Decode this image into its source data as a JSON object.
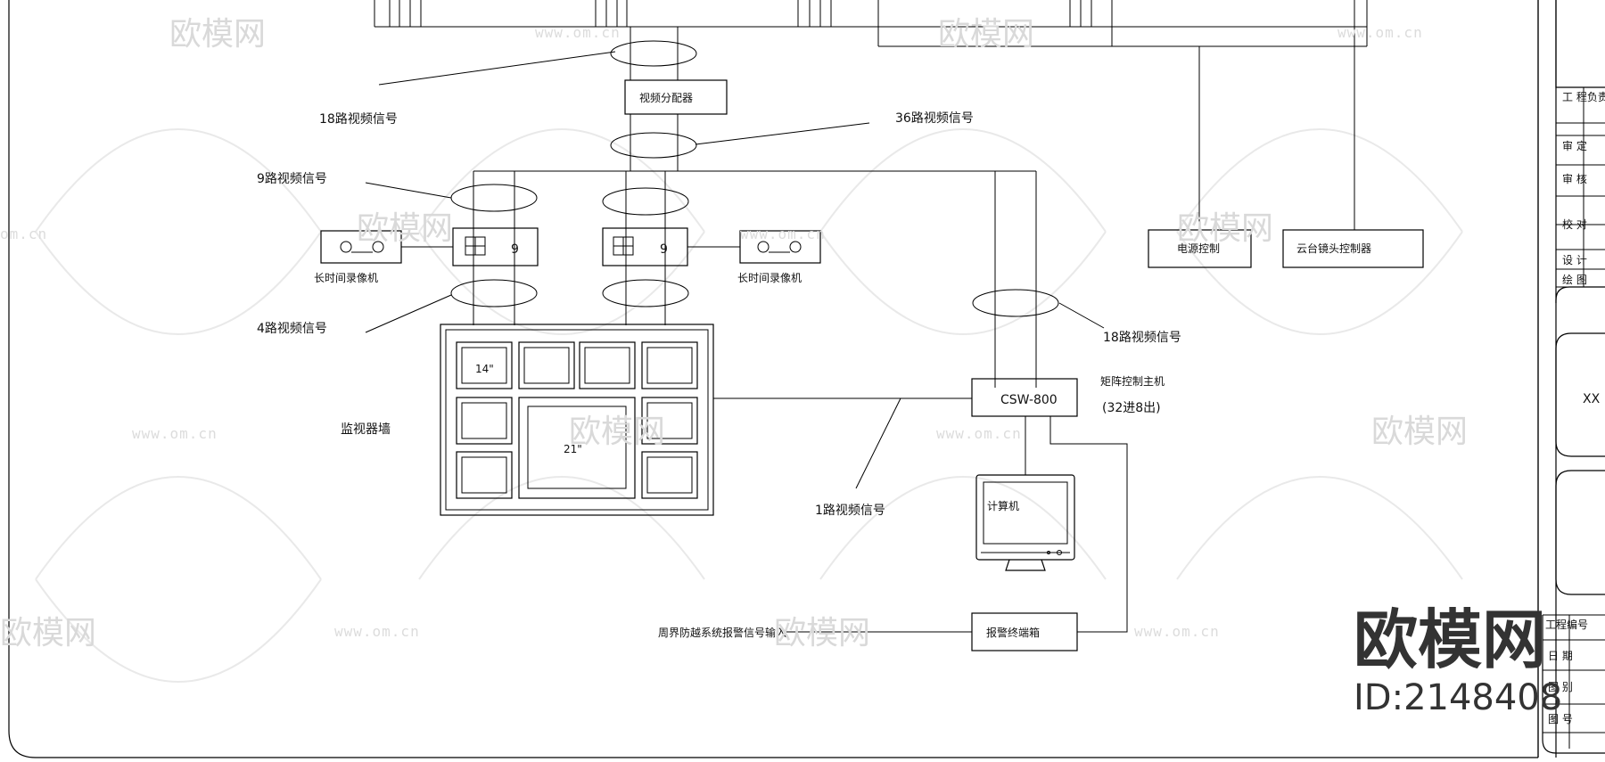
{
  "diagram": {
    "labels": {
      "sig18_top": "18路视频信号",
      "splitter": "视频分配器",
      "sig36": "36路视频信号",
      "sig9": "9路视频信号",
      "quad_left": "9",
      "quad_right": "9",
      "vcr_left": "长时间录像机",
      "vcr_right": "长时间录像机",
      "sig4": "4路视频信号",
      "power_ctrl": "电源控制",
      "ptz_ctrl": "云台镜头控制器",
      "sig18_right": "18路视频信号",
      "matrix_host": "矩阵控制主机",
      "matrix_io": "(32进8出)",
      "csw": "CSW-800",
      "wall": "监视器墙",
      "m14": "14\"",
      "m21": "21\"",
      "sig1": "1路视频信号",
      "computer": "计算机",
      "perimeter": "周界防越系统报警信号输入",
      "alarm_box": "报警终端箱"
    },
    "title_block": {
      "project": "工 程负责",
      "approve": "审 定",
      "review": "审 核",
      "check": "校 对",
      "design": "设 计",
      "draw": "绘 图",
      "client": "XX",
      "project_no": "工程编号",
      "date": "日 期",
      "category": "图 别",
      "drawing_no": "图 号"
    }
  },
  "watermark": {
    "brand": "欧模网",
    "url": "www.om.cn",
    "url_short": "om.cn",
    "id": "ID:2148408"
  }
}
